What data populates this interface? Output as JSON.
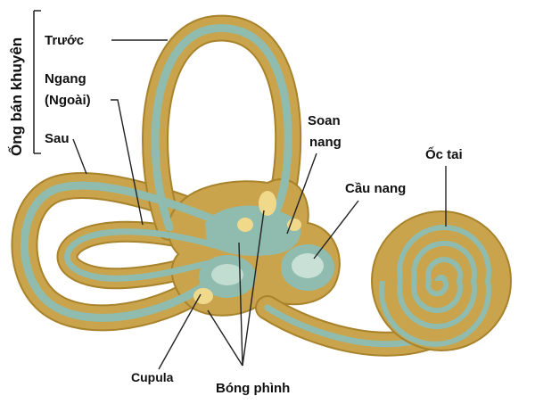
{
  "diagram": {
    "group_label": "Ống bán khuyên",
    "labels": {
      "anterior": "Trước",
      "horizontal_line1": "Ngang",
      "horizontal_line2": "(Ngoài)",
      "posterior": "Sau",
      "utricle_line1": "Soan",
      "utricle_line2": "nang",
      "saccule": "Cầu nang",
      "cochlea": "Ốc tai",
      "cupula": "Cupula",
      "ampulla": "Bóng phình"
    },
    "colors": {
      "outer_tube": "#c9a44c",
      "outer_tube_edge": "#a9832b",
      "inner_duct": "#8fbcae",
      "inner_highlight": "#d6e9df",
      "ampulla_spot": "#f0d98a",
      "leader_line": "#222222",
      "text": "#111111"
    }
  }
}
